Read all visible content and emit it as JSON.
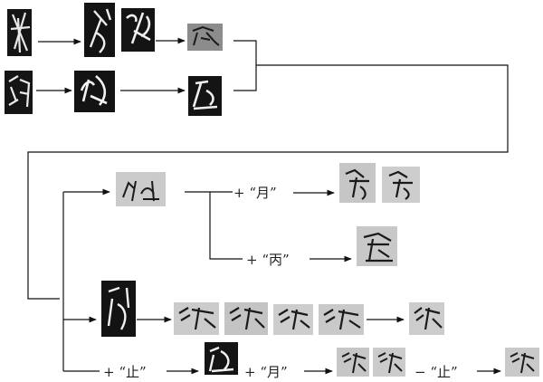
{
  "title": "",
  "colors": {
    "ink": "#111111",
    "rubbing_dark": "#141414",
    "tile_light": "#c9c9c9",
    "tile_mid": "#8c8c8c",
    "line": "#111111"
  },
  "operations": {
    "add_yue_1": "+ “月”",
    "add_bing": "+ “丙”",
    "add_zhi": "+ “止”",
    "add_yue_2": "+ “月”",
    "remove_zhi": "− “止”"
  },
  "glyph_tiles": [
    {
      "id": "r1-a",
      "style": "dark"
    },
    {
      "id": "r1-b",
      "style": "dark"
    },
    {
      "id": "r1-c",
      "style": "dark"
    },
    {
      "id": "r1-d",
      "style": "mid"
    },
    {
      "id": "r2-a",
      "style": "dark"
    },
    {
      "id": "r2-b",
      "style": "dark"
    },
    {
      "id": "r2-c",
      "style": "dark"
    },
    {
      "id": "b1-a",
      "style": "light"
    },
    {
      "id": "b1-b",
      "style": "light"
    },
    {
      "id": "b1-c",
      "style": "light"
    },
    {
      "id": "b2-a",
      "style": "light"
    },
    {
      "id": "b3-a",
      "style": "dark"
    },
    {
      "id": "b3-b",
      "style": "light"
    },
    {
      "id": "b3-c",
      "style": "light"
    },
    {
      "id": "b3-d",
      "style": "light"
    },
    {
      "id": "b3-e",
      "style": "light"
    },
    {
      "id": "b3-f",
      "style": "light"
    },
    {
      "id": "b4-a",
      "style": "dark"
    },
    {
      "id": "b4-b",
      "style": "light"
    },
    {
      "id": "b4-c",
      "style": "light"
    },
    {
      "id": "b4-d",
      "style": "light"
    }
  ]
}
